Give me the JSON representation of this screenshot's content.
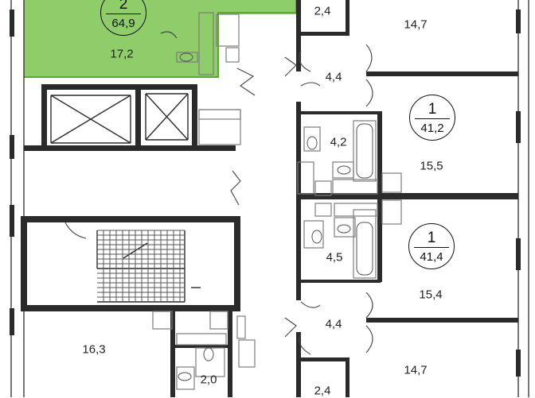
{
  "colors": {
    "wall": "#2b2b2b",
    "wall_light": "#7d7d7d",
    "highlight_fill": "#8fcc6a",
    "highlight_edge": "#5aa832",
    "background": "#ffffff"
  },
  "selected_apartment": {
    "rooms": "2",
    "total_area": "64,9",
    "room_area": "17,2"
  },
  "apartments": [
    {
      "id": "upper",
      "rooms": "1",
      "total_area": "41,2"
    },
    {
      "id": "lower",
      "rooms": "1",
      "total_area": "41,4"
    }
  ],
  "room_labels": {
    "hall_top": "2,4",
    "room_top_right": "14,7",
    "hall_upper": "4,4",
    "bath_upper": "4,2",
    "room_upper": "15,5",
    "bath_lower": "4,5",
    "room_lower": "15,4",
    "hall_lower": "4,4",
    "room_bottom_right": "14,7",
    "hall_bottom": "2,4",
    "room_bottom_left": "16,3",
    "wc_bottom_left": "2,0"
  }
}
